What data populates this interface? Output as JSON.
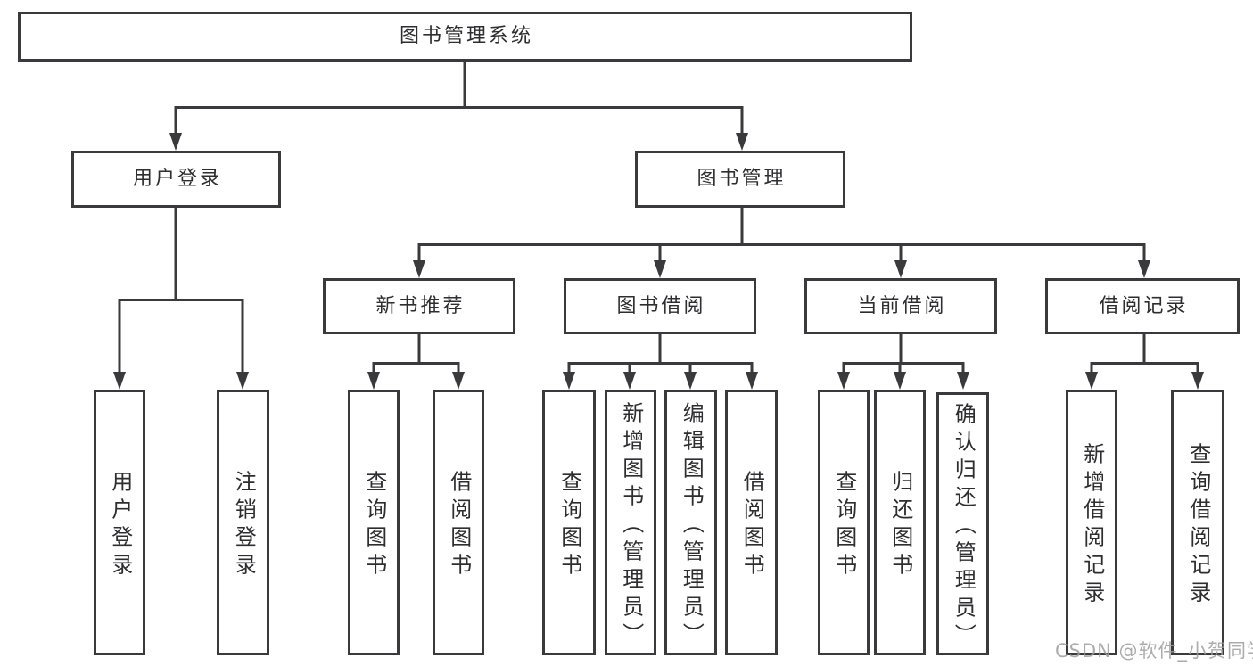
{
  "tree": {
    "label": "图书管理系统",
    "children": [
      {
        "label": "用户登录",
        "children": [
          {
            "label": "用户登录"
          },
          {
            "label": "注销登录"
          }
        ]
      },
      {
        "label": "图书管理",
        "children": [
          {
            "label": "新书推荐",
            "children": [
              {
                "label": "查询图书"
              },
              {
                "label": "借阅图书"
              }
            ]
          },
          {
            "label": "图书借阅",
            "children": [
              {
                "label": "查询图书"
              },
              {
                "label": "新增图书（管理员）"
              },
              {
                "label": "编辑图书（管理员）"
              },
              {
                "label": "借阅图书"
              }
            ]
          },
          {
            "label": "当前借阅",
            "children": [
              {
                "label": "查询图书"
              },
              {
                "label": "归还图书"
              },
              {
                "label": "确认归还（管理员）"
              }
            ]
          },
          {
            "label": "借阅记录",
            "children": [
              {
                "label": "新增借阅记录"
              },
              {
                "label": "查询借阅记录"
              }
            ]
          }
        ]
      }
    ]
  },
  "watermark": {
    "text": "CSDN @软件_小贺同学"
  },
  "colors": {
    "line": "#3a3a3c",
    "text": "#2e2e30",
    "background": "#ffffff",
    "watermark": "#9e9e9e"
  }
}
